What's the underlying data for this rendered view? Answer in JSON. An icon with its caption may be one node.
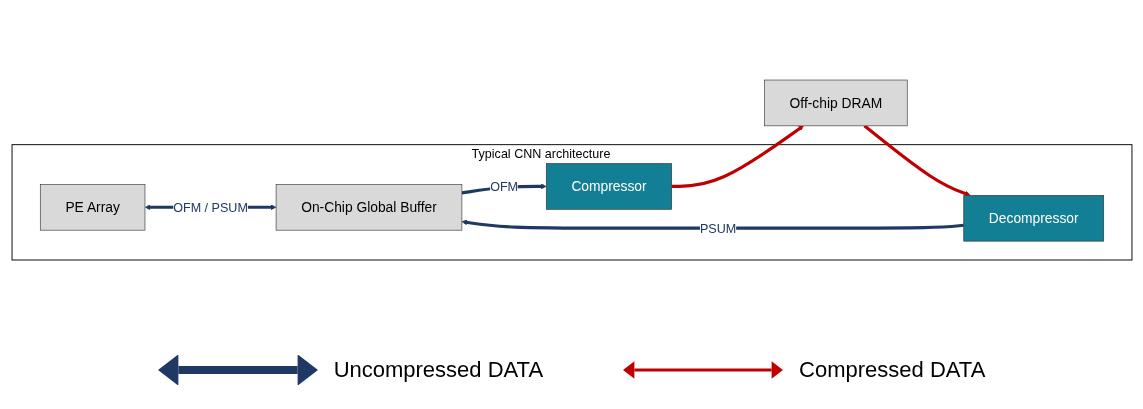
{
  "diagram": {
    "nodes": [
      {
        "text": [
          "Typical CNN architecture"
        ]
      },
      {
        "text": [
          "PE Array"
        ],
        "in": 0
      },
      {
        "text": [
          "On-Chip Global Buffer"
        ],
        "in": 0
      },
      {
        "text": [
          "Compressor"
        ],
        "in": 0
      },
      {
        "text": [
          "Decompressor"
        ],
        "in": 0
      },
      {
        "text": [
          "Off-chip DRAM"
        ]
      }
    ],
    "edges": [
      {
        "from": 1,
        "to": 2,
        "arrow": "both",
        "label": "OFM / PSUM"
      },
      {
        "from": 2,
        "to": 3,
        "arrow": "to",
        "label": "OFM"
      },
      {
        "from": 4,
        "to": 2,
        "arrow": "to",
        "label": "PSUM"
      },
      {
        "from": 3,
        "to": 5,
        "arrow": "to",
        "color": "#c00000"
      },
      {
        "from": 5,
        "to": 4,
        "arrow": "to",
        "color": "#c00000"
      }
    ],
    "legend": [
      {
        "text": "Uncompressed DATA"
      },
      {
        "text": "Compressed DATA"
      }
    ]
  }
}
